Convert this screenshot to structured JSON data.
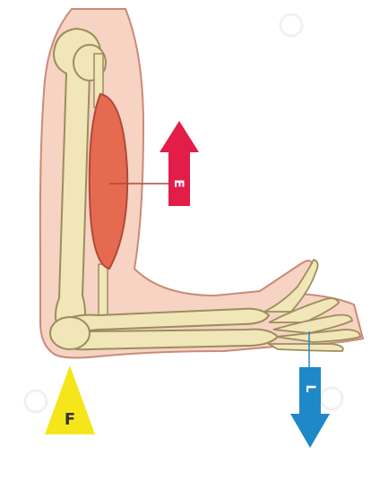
{
  "diagram": {
    "labels": {
      "effort": "E",
      "fulcrum": "F",
      "load": "L"
    },
    "colors": {
      "skin": "#f6d3c2",
      "skin_outline": "#c98b78",
      "bone": "#f1e6b8",
      "bone_outline": "#9b8d5e",
      "muscle": "#e56a50",
      "effort_arrow": "#e11d48",
      "load_arrow": "#1e88c8",
      "fulcrum": "#f5e61c"
    }
  }
}
